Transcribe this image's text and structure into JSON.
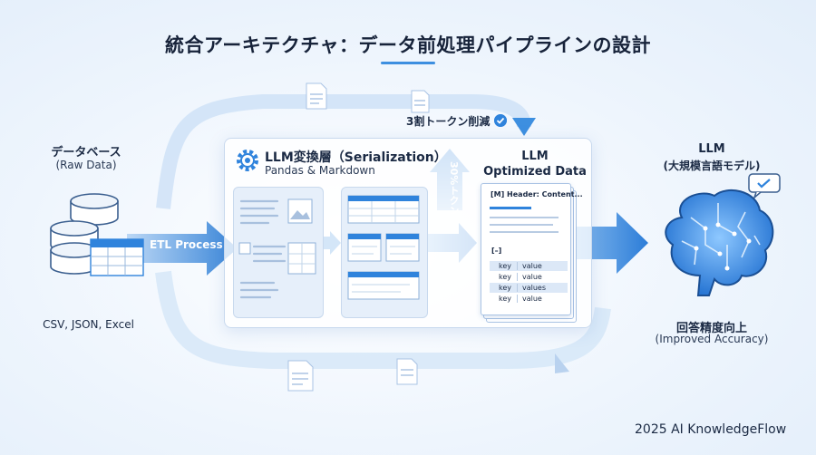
{
  "title": "統合アーキテクチャ：データ前処理パイプラインの設計",
  "source": {
    "name": "データベース",
    "subtitle": "(Raw Data)",
    "formats": "CSV, JSON, Excel"
  },
  "etl": {
    "label": "ETL Process"
  },
  "layer": {
    "title": "LLM変換層（Serialization）",
    "subtitle": "Pandas & Markdown"
  },
  "optimized": {
    "title_line1": "LLM",
    "title_line2": "Optimized Data",
    "card_header": "[M] Header: Content...",
    "card_bracket": "[–]",
    "rows": [
      {
        "key": "key",
        "value": "value"
      },
      {
        "key": "key",
        "value": "value"
      },
      {
        "key": "key",
        "value": "values"
      },
      {
        "key": "key",
        "value": "value"
      }
    ]
  },
  "reduction": {
    "label": "3割トークン削減",
    "badge_text": "30%トクン"
  },
  "llm": {
    "title": "LLM",
    "subtitle": "(大規模言語モデル)",
    "result": "回答精度向上",
    "result_sub": "(Improved Accuracy)"
  },
  "footer": "2025 AI KnowledgeFlow",
  "colors": {
    "accent": "#3d8fe0",
    "arrow": "#2f83dc",
    "panel_border": "#c8d9ee",
    "text": "#1b2a44"
  }
}
